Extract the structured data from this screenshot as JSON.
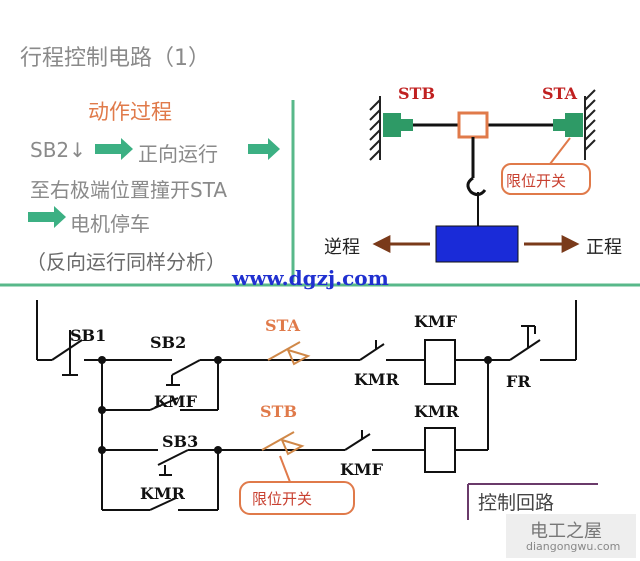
{
  "header": {
    "title": "行程控制电路（1）"
  },
  "action": {
    "heading": "动作过程",
    "line1_a": "SB2↓",
    "line1_b": "正向运行",
    "line2": "至右极端位置撞开STA",
    "line3": "电机停车",
    "line4": "（反向运行同样分析）"
  },
  "mechanism": {
    "stb": "STB",
    "sta": "STA",
    "limit_switch": "限位开关",
    "reverse": "逆程",
    "forward": "正程"
  },
  "website": "www.dgzj.com",
  "circuit": {
    "sb1": "SB1",
    "sb2": "SB2",
    "sb3": "SB3",
    "sta": "STA",
    "stb": "STB",
    "kmf_coil": "KMF",
    "kmr_coil": "KMR",
    "kmr_contact": "KMR",
    "kmf_contact": "KMF",
    "kmf_hold": "KMF",
    "kmr_hold": "KMR",
    "fr": "FR",
    "limit_switch": "限位开关",
    "control_loop": "控制回路"
  },
  "watermark": {
    "name": "电工之屋",
    "url": "diangongwu.com"
  },
  "colors": {
    "accent_green": "#3cb083",
    "divider_green": "#58b88a",
    "brand_orange": "#e07a4a",
    "motor_blue": "#1a2bd8",
    "site_blue": "#2030d0"
  }
}
